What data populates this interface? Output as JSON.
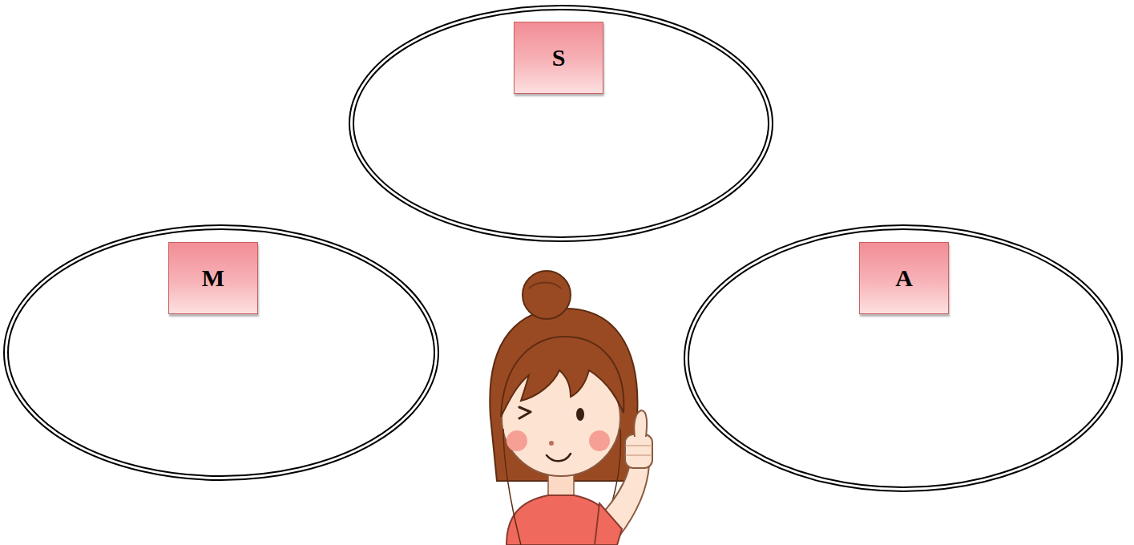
{
  "diagram": {
    "nodes": [
      {
        "text": [
          "S"
        ]
      },
      {
        "text": [
          "M"
        ]
      },
      {
        "text": [
          "A"
        ]
      }
    ]
  }
}
